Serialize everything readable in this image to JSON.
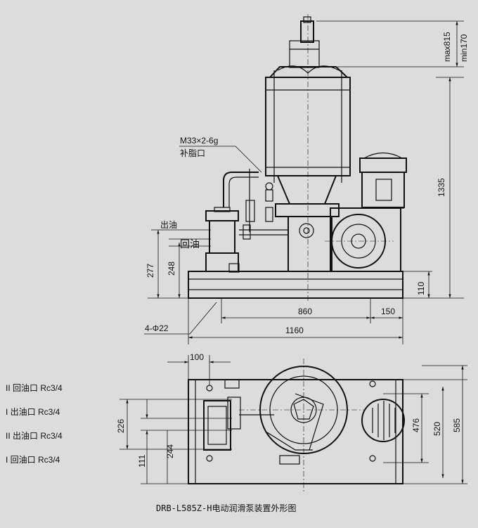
{
  "front_view": {
    "callout_thread": "M33×2-6g",
    "callout_port": "补脂口",
    "outlet_label": "出油",
    "return_label": "回油",
    "dims": {
      "max": "max815",
      "min": "min170",
      "height_total": "1335",
      "h277": "277",
      "h248": "248",
      "h110": "110",
      "w860": "860",
      "w150": "150",
      "w1160": "1160",
      "holes": "4-Φ22"
    }
  },
  "top_view": {
    "dims": {
      "w100": "100",
      "h226": "226",
      "h244": "244",
      "h111": "111",
      "h476": "476",
      "h520": "520",
      "h585": "585"
    }
  },
  "port_labels": [
    "II 回油口 Rc3/4",
    "I 出油口 Rc3/4",
    "II 出油口 Rc3/4",
    "I 回油口 Rc3/4"
  ],
  "caption": "DRB-L585Z-H电动润滑泵装置外形图"
}
